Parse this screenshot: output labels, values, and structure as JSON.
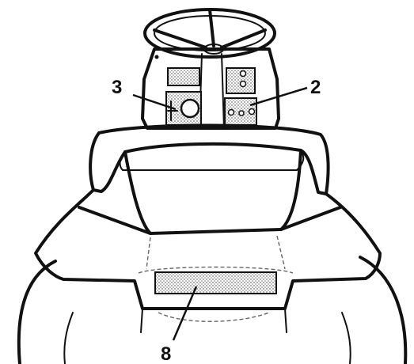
{
  "diagram": {
    "callouts": [
      {
        "id": "callout-3",
        "label": "3"
      },
      {
        "id": "callout-2",
        "label": "2"
      },
      {
        "id": "callout-8",
        "label": "8"
      }
    ],
    "colors": {
      "ink": "#111111",
      "stipple": "#9a9a9a",
      "paper": "#ffffff"
    }
  }
}
